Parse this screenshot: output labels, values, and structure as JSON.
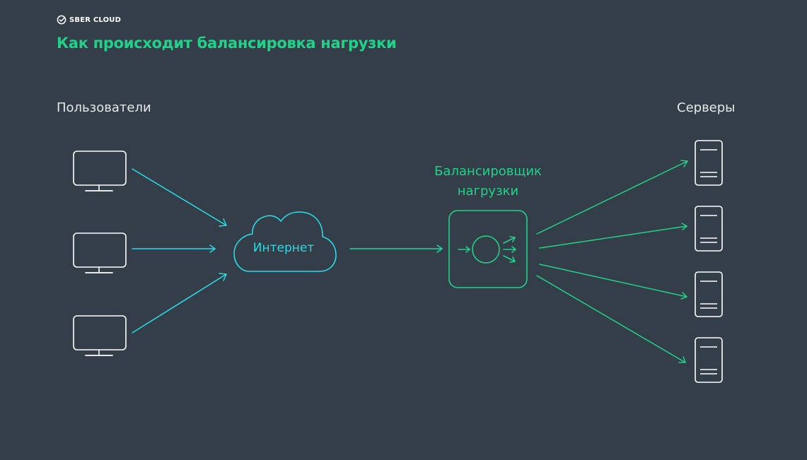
{
  "logo": {
    "text": "SBER CLOUD",
    "icon": "sber-check-circle-icon"
  },
  "title": "Как происходит балансировка нагрузки",
  "users": {
    "label": "Пользователи",
    "count": 3,
    "icon": "monitor-icon"
  },
  "internet": {
    "label": "Интернет",
    "icon": "cloud-icon"
  },
  "balancer": {
    "label_line1": "Балансировщик",
    "label_line2": "нагрузки",
    "icon": "load-balancer-icon"
  },
  "servers": {
    "label": "Серверы",
    "count": 4,
    "icon": "server-icon"
  },
  "colors": {
    "background": "#343e48",
    "accent_green": "#21d18a",
    "accent_cyan": "#27dce8",
    "icon_stroke": "#ffffff",
    "label_text": "#e6e9ec"
  }
}
